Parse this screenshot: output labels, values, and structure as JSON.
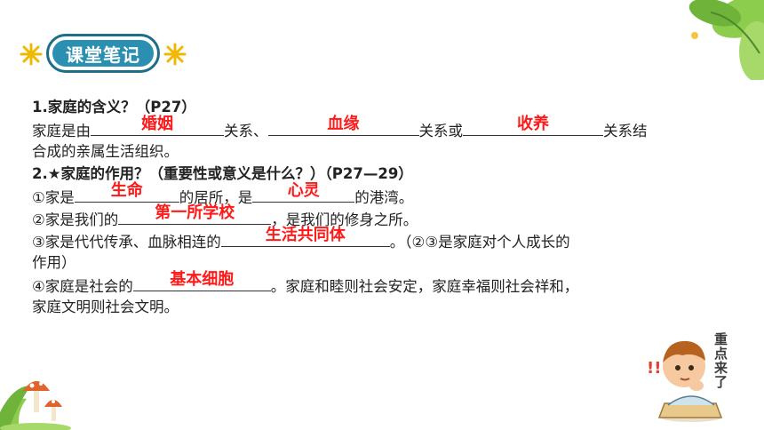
{
  "header": {
    "badge_label": "课堂笔记"
  },
  "q1": {
    "title": "1.家庭的含义？（P27）",
    "l1_a": "家庭是由",
    "ans1": "婚姻",
    "l1_b": "关系、",
    "ans2": "血缘",
    "l1_c": "关系或",
    "ans3": "收养",
    "l1_d": "关系结",
    "l2": "合成的亲属生活组织。"
  },
  "q2": {
    "title": "2.★家庭的作用？（重要性或意义是什么？）（P27—29）",
    "r1_a": "①家是",
    "ans_life": "生命",
    "r1_b": "的居所，是",
    "ans_soul": "心灵",
    "r1_c": "的港湾。",
    "r2_a": "②家是我们的",
    "ans_school": "第一所学校",
    "r2_b": "，是我们的修身之所。",
    "r3_a": "③家是代代传承、血脉相连的",
    "ans_community": "生活共同体",
    "r3_b": "。（②③是家庭对个人成长的",
    "r3_cont": "作用）",
    "r4_a": "④家庭是社会的",
    "ans_cell": "基本细胞",
    "r4_b": "。家庭和睦则社会安定，家庭幸福则社会祥和，",
    "r4_cont": "家庭文明则社会文明。"
  },
  "sticker": {
    "text": "重点来了"
  },
  "colors": {
    "answer": "#ff1a1a",
    "badge": "#2a8fb0",
    "leaf": "#7cc242"
  }
}
